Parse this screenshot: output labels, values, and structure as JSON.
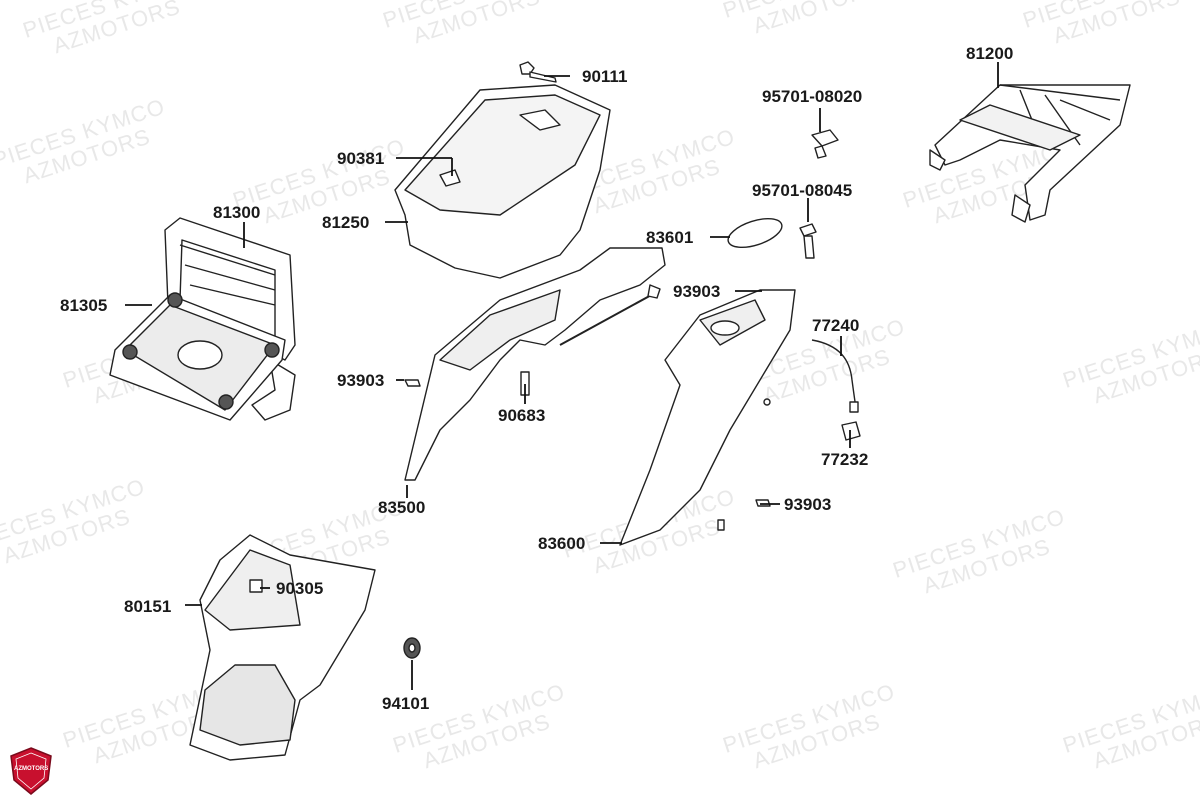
{
  "watermark": {
    "line1": "PIECES KYMCO",
    "line2": "AZMOTORS"
  },
  "logo": {
    "text": "AZMOTORS",
    "color": "#c8102e"
  },
  "callouts": [
    {
      "id": "81200",
      "label": "81200"
    },
    {
      "id": "90111",
      "label": "90111"
    },
    {
      "id": "95701-08020",
      "label": "95701-08020"
    },
    {
      "id": "90381",
      "label": "90381"
    },
    {
      "id": "81250",
      "label": "81250"
    },
    {
      "id": "81300",
      "label": "81300"
    },
    {
      "id": "95701-08045",
      "label": "95701-08045"
    },
    {
      "id": "83601",
      "label": "83601"
    },
    {
      "id": "81305",
      "label": "81305"
    },
    {
      "id": "93903-top",
      "label": "93903"
    },
    {
      "id": "77240",
      "label": "77240"
    },
    {
      "id": "93903-left",
      "label": "93903"
    },
    {
      "id": "90683",
      "label": "90683"
    },
    {
      "id": "77232",
      "label": "77232"
    },
    {
      "id": "83500",
      "label": "83500"
    },
    {
      "id": "93903-bottom",
      "label": "93903"
    },
    {
      "id": "83600",
      "label": "83600"
    },
    {
      "id": "90305",
      "label": "90305"
    },
    {
      "id": "80151",
      "label": "80151"
    },
    {
      "id": "94101",
      "label": "94101"
    }
  ]
}
